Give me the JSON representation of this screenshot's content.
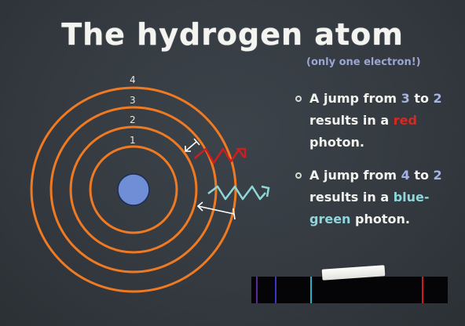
{
  "slide": {
    "title": "The hydrogen atom",
    "subtitle": "(only one electron!)"
  },
  "diagram": {
    "shell_labels": [
      "1",
      "2",
      "3",
      "4"
    ],
    "colors": {
      "orbit": "#f07a22",
      "nucleus": "#6f8ed6",
      "red_photon": "#cc1f1f",
      "bluegreen_photon": "#8fd6da",
      "jump_arrow": "#ffffff"
    }
  },
  "bullets": [
    {
      "parts": [
        {
          "text": "A jump from ",
          "style": "plain"
        },
        {
          "text": "3",
          "style": "num"
        },
        {
          "text": " to ",
          "style": "plain"
        },
        {
          "text": "2",
          "style": "num"
        },
        {
          "text": " results in a ",
          "style": "plain"
        },
        {
          "text": "red",
          "style": "red"
        },
        {
          "text": " photon.",
          "style": "plain"
        }
      ]
    },
    {
      "parts": [
        {
          "text": "A jump from ",
          "style": "plain"
        },
        {
          "text": "4",
          "style": "num"
        },
        {
          "text": " to ",
          "style": "plain"
        },
        {
          "text": "2",
          "style": "num"
        },
        {
          "text": " results in a ",
          "style": "plain"
        },
        {
          "text": "blue-green",
          "style": "bluegreen"
        },
        {
          "text": " photon.",
          "style": "plain"
        }
      ]
    }
  ],
  "spectrum": {
    "line_colors": [
      "#5a2a9a",
      "#3b36c8",
      "#2ab0c8",
      "#d21a1a"
    ]
  }
}
